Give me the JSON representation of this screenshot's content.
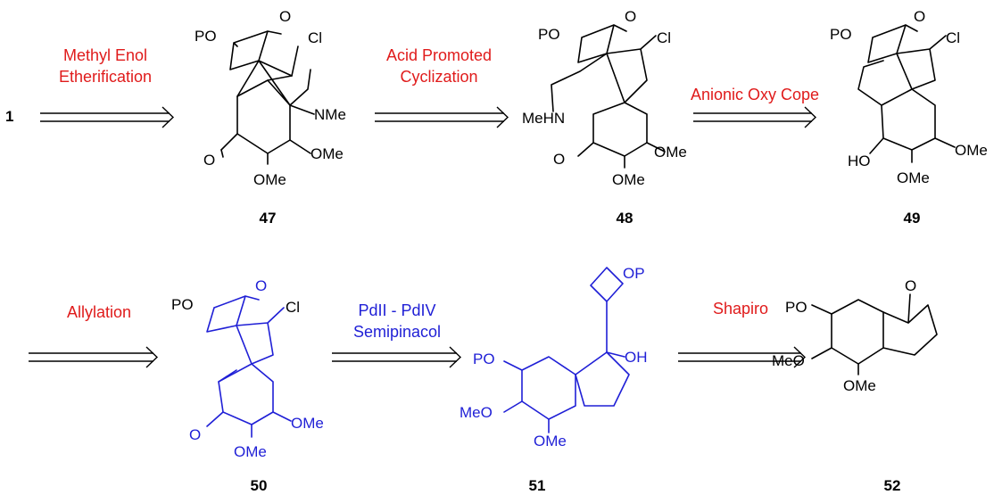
{
  "start_compound": "1",
  "steps": [
    {
      "id": "s1",
      "lines": [
        "Methyl Enol",
        "Etherification"
      ],
      "color": "#e01b1b"
    },
    {
      "id": "s2",
      "lines": [
        "Acid Promoted",
        "Cyclization"
      ],
      "color": "#e01b1b"
    },
    {
      "id": "s3",
      "lines": [
        "Anionic Oxy Cope"
      ],
      "color": "#e01b1b"
    },
    {
      "id": "s4",
      "lines": [
        "Allylation"
      ],
      "color": "#e01b1b"
    },
    {
      "id": "s5",
      "lines": [
        "PdII - PdIV",
        "Semipinacol"
      ],
      "color": "#1f1fd6"
    },
    {
      "id": "s6",
      "lines": [
        "Shapiro"
      ],
      "color": "#e01b1b"
    }
  ],
  "compounds": [
    {
      "id": "c47",
      "number": "47",
      "labels": {
        "po": "PO",
        "o_top": "O",
        "cl": "Cl",
        "nme": "NMe",
        "o_left": "O",
        "ome_r": "OMe",
        "ome_b": "OMe"
      }
    },
    {
      "id": "c48",
      "number": "48",
      "labels": {
        "po": "PO",
        "o_top": "O",
        "cl": "Cl",
        "mehn": "MeHN",
        "o_left": "O",
        "ome_r": "OMe",
        "ome_b": "OMe"
      }
    },
    {
      "id": "c49",
      "number": "49",
      "labels": {
        "po": "PO",
        "o_top": "O",
        "cl": "Cl",
        "ho": "HO",
        "ome_r": "OMe",
        "ome_b": "OMe"
      }
    },
    {
      "id": "c50",
      "number": "50",
      "labels": {
        "po": "PO",
        "o_top": "O",
        "cl": "Cl",
        "o_left": "O",
        "ome_r": "OMe",
        "ome_b": "OMe"
      }
    },
    {
      "id": "c51",
      "number": "51",
      "labels": {
        "op": "OP",
        "oh": "OH",
        "po": "PO",
        "meo": "MeO",
        "ome_b": "OMe"
      }
    },
    {
      "id": "c52",
      "number": "52",
      "labels": {
        "o_top": "O",
        "po": "PO",
        "meo": "MeO",
        "ome_b": "OMe"
      }
    }
  ],
  "colors": {
    "step_red": "#e01b1b",
    "blue": "#1f1fd6",
    "black": "#000000"
  }
}
